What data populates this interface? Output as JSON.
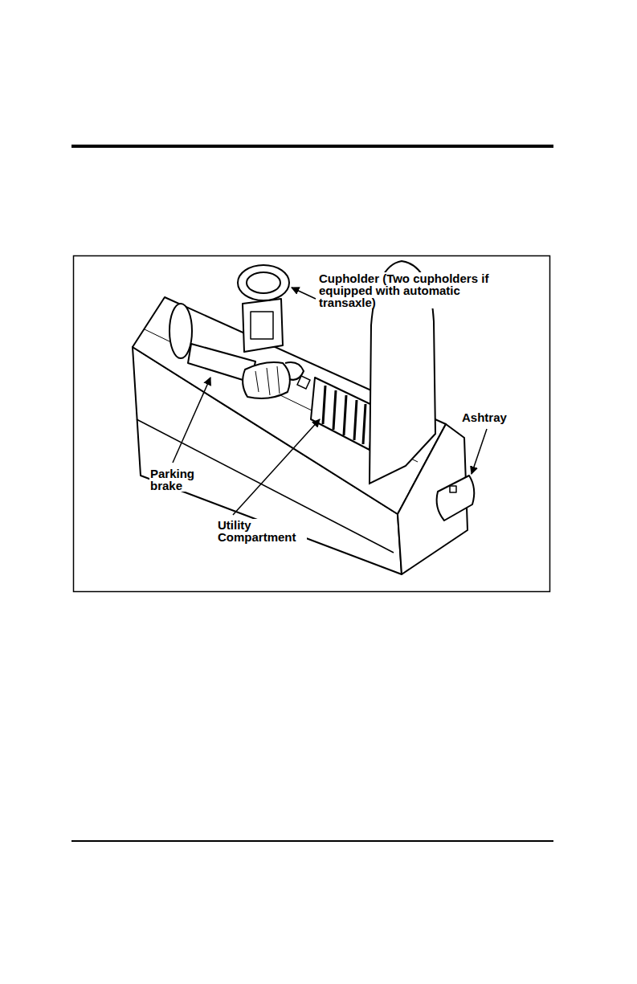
{
  "diagram": {
    "labels": [
      "Cupholder (Two cupholders if equipped with automatic transaxle)",
      "Ashtray",
      "Parking brake",
      "Utility Compartment"
    ]
  }
}
